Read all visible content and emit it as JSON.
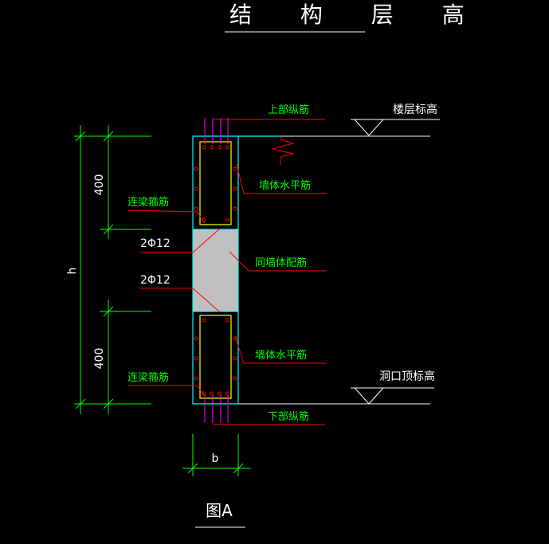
{
  "title": "结 构 层 高",
  "figure_label": "图A",
  "labels": {
    "top_rebar": "上部纵筋",
    "floor_elevation": "楼层标高",
    "wall_horizontal_rebar_top": "墙体水平筋",
    "link_beam_stirrup_top": "连梁箍筋",
    "rebar_2phi12_top": "2Φ12",
    "same_wall_reinforcement": "同墙体配筋",
    "rebar_2phi12_bottom": "2Φ12",
    "wall_horizontal_rebar_bottom": "墙体水平筋",
    "opening_top_elevation": "洞口顶标高",
    "link_beam_stirrup_bottom": "连梁箍筋",
    "bottom_rebar": "下部纵筋"
  },
  "dimensions": {
    "top_beam_height": "400",
    "bottom_beam_height": "400",
    "total_height": "h",
    "width": "b"
  },
  "colors": {
    "background": "#000000",
    "title": "#ffffff",
    "dimension": "#00ff00",
    "label_green": "#00ff00",
    "label_white": "#ffffff",
    "outline_cyan": "#00ffff",
    "leader_red": "#ff0000",
    "stirrup_yellow": "#ffff00",
    "rebar_magenta": "#ff00ff",
    "infill": "#c0c0c0"
  }
}
